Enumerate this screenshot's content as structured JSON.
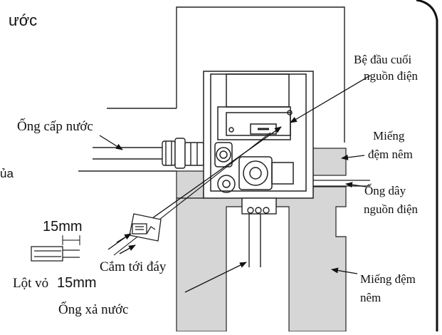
{
  "labels": {
    "top_left_fragment": "ước",
    "mid_left_fragment": "ủa",
    "terminal_block": [
      "Bệ đầu cuối",
      "nguồn điện"
    ],
    "water_supply_pipe": "Ống cấp nước",
    "wedge_spacer_top": [
      "Miếng",
      "đệm nêm"
    ],
    "power_cable_pipe": [
      "Ống dây",
      "nguồn điện"
    ],
    "dim_15mm": "15mm",
    "insert_to_bottom": "Cắm tới đáy",
    "strip_prefix": "Lột vỏ",
    "strip_value": "15mm",
    "drain_pipe": "Ống xả nước",
    "wedge_spacer_bottom": [
      "Miếng đệm",
      "nêm"
    ]
  },
  "colors": {
    "spacer_fill": "#d6d6d6",
    "line": "#111111",
    "background": "#ffffff"
  }
}
